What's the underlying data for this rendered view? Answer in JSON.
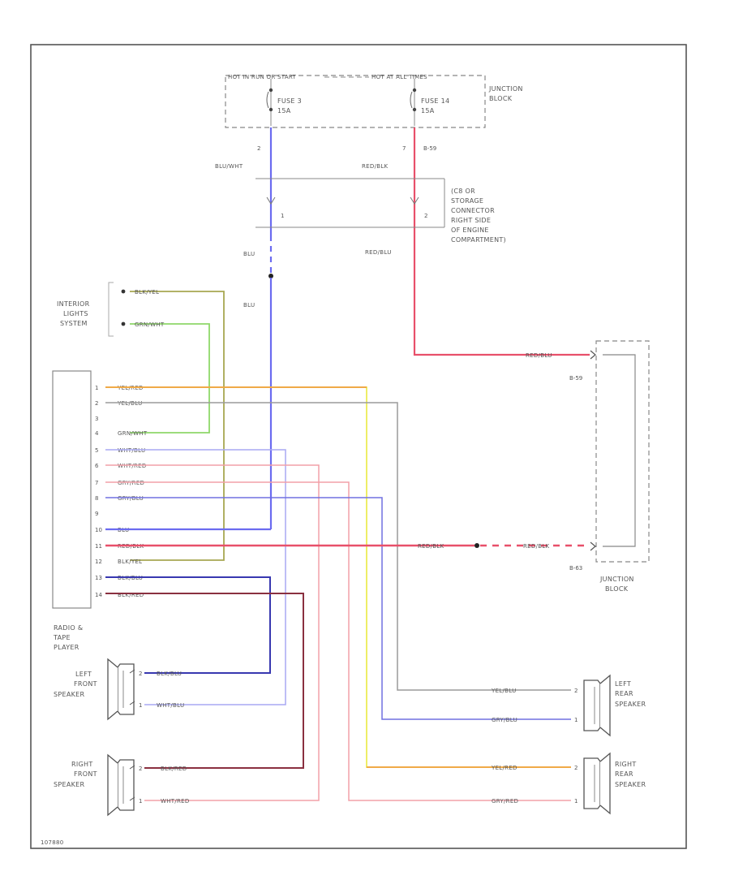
{
  "fuse_bar": {
    "left_label": "HOT IN RUN OR START",
    "right_label": "HOT AT ALL TIMES",
    "junction_label": [
      "JUNCTION",
      "BLOCK"
    ]
  },
  "fuses": [
    {
      "name": "FUSE 3",
      "rating": "15A",
      "pin": "2"
    },
    {
      "name": "FUSE 14",
      "rating": "15A",
      "pin": "7",
      "connector": "B-59"
    }
  ],
  "connector": {
    "pin1": "1",
    "pin2": "2",
    "label": [
      "(C8 OR",
      "STORAGE",
      "CONNECTOR",
      "RIGHT SIDE",
      "OF ENGINE",
      "COMPARTMENT)"
    ]
  },
  "wires": {
    "blu_wht": "BLU/WHT",
    "red_blk_top": "RED/BLK",
    "blu_upper": "BLU",
    "blu_lower": "BLU",
    "red_blu": "RED/BLU",
    "jb_top": "RED/BLU",
    "jb_bottom": "RED/BLK"
  },
  "interior_lights": {
    "label": [
      "INTERIOR",
      "LIGHTS",
      "SYSTEM"
    ],
    "wire1": "BLK/YEL",
    "wire2": "GRN/WHT"
  },
  "radio": {
    "label": [
      "RADIO &",
      "TAPE",
      "PLAYER"
    ],
    "pins": [
      {
        "n": "1",
        "wire": "YEL/RED"
      },
      {
        "n": "2",
        "wire": "YEL/BLU"
      },
      {
        "n": "3",
        "wire": ""
      },
      {
        "n": "4",
        "wire": "GRN/WHT"
      },
      {
        "n": "5",
        "wire": "WHT/BLU"
      },
      {
        "n": "6",
        "wire": "WHT/RED"
      },
      {
        "n": "7",
        "wire": "GRY/RED"
      },
      {
        "n": "8",
        "wire": "GRY/BLU"
      },
      {
        "n": "9",
        "wire": ""
      },
      {
        "n": "10",
        "wire": "BLU"
      },
      {
        "n": "11",
        "wire": "RED/BLK"
      },
      {
        "n": "12",
        "wire": "BLK/YEL"
      },
      {
        "n": "13",
        "wire": "BLK/BLU"
      },
      {
        "n": "14",
        "wire": "BLK/RED"
      }
    ]
  },
  "junction_block": {
    "connector_top": "B-59",
    "connector_bottom": "B-63",
    "label": [
      "JUNCTION",
      "BLOCK"
    ]
  },
  "speakers": {
    "left_front": {
      "label": [
        "LEFT",
        "FRONT",
        "SPEAKER"
      ],
      "pin_a": "2",
      "wire_a": "BLK/BLU",
      "pin_b": "1",
      "wire_b": "WHT/BLU"
    },
    "right_front": {
      "label": [
        "RIGHT",
        "FRONT",
        "SPEAKER"
      ],
      "pin_a": "2",
      "wire_a": "BLK/RED",
      "pin_b": "1",
      "wire_b": "WHT/RED"
    },
    "left_rear": {
      "label": [
        "LEFT",
        "REAR",
        "SPEAKER"
      ],
      "pin_a": "2",
      "wire_a": "YEL/BLU",
      "pin_b": "1",
      "wire_b": "GRY/BLU"
    },
    "right_rear": {
      "label": [
        "RIGHT",
        "REAR",
        "SPEAKER"
      ],
      "pin_a": "2",
      "wire_a": "YEL/RED",
      "pin_b": "1",
      "wire_b": "GRY/RED"
    }
  },
  "footer_code": "107880",
  "colors": {
    "blu": "#6b6bf0",
    "red": "#e8506a",
    "yellow": "#eded55",
    "orange": "#f0a040",
    "green": "#8fd86a",
    "olive": "#a8a852",
    "gray": "#9a9a9a",
    "lightblue": "#a8a8f4",
    "pink": "#f2a0a8",
    "darkblue": "#3838b0",
    "darkred": "#8a3040",
    "purple": "#7070e0"
  }
}
